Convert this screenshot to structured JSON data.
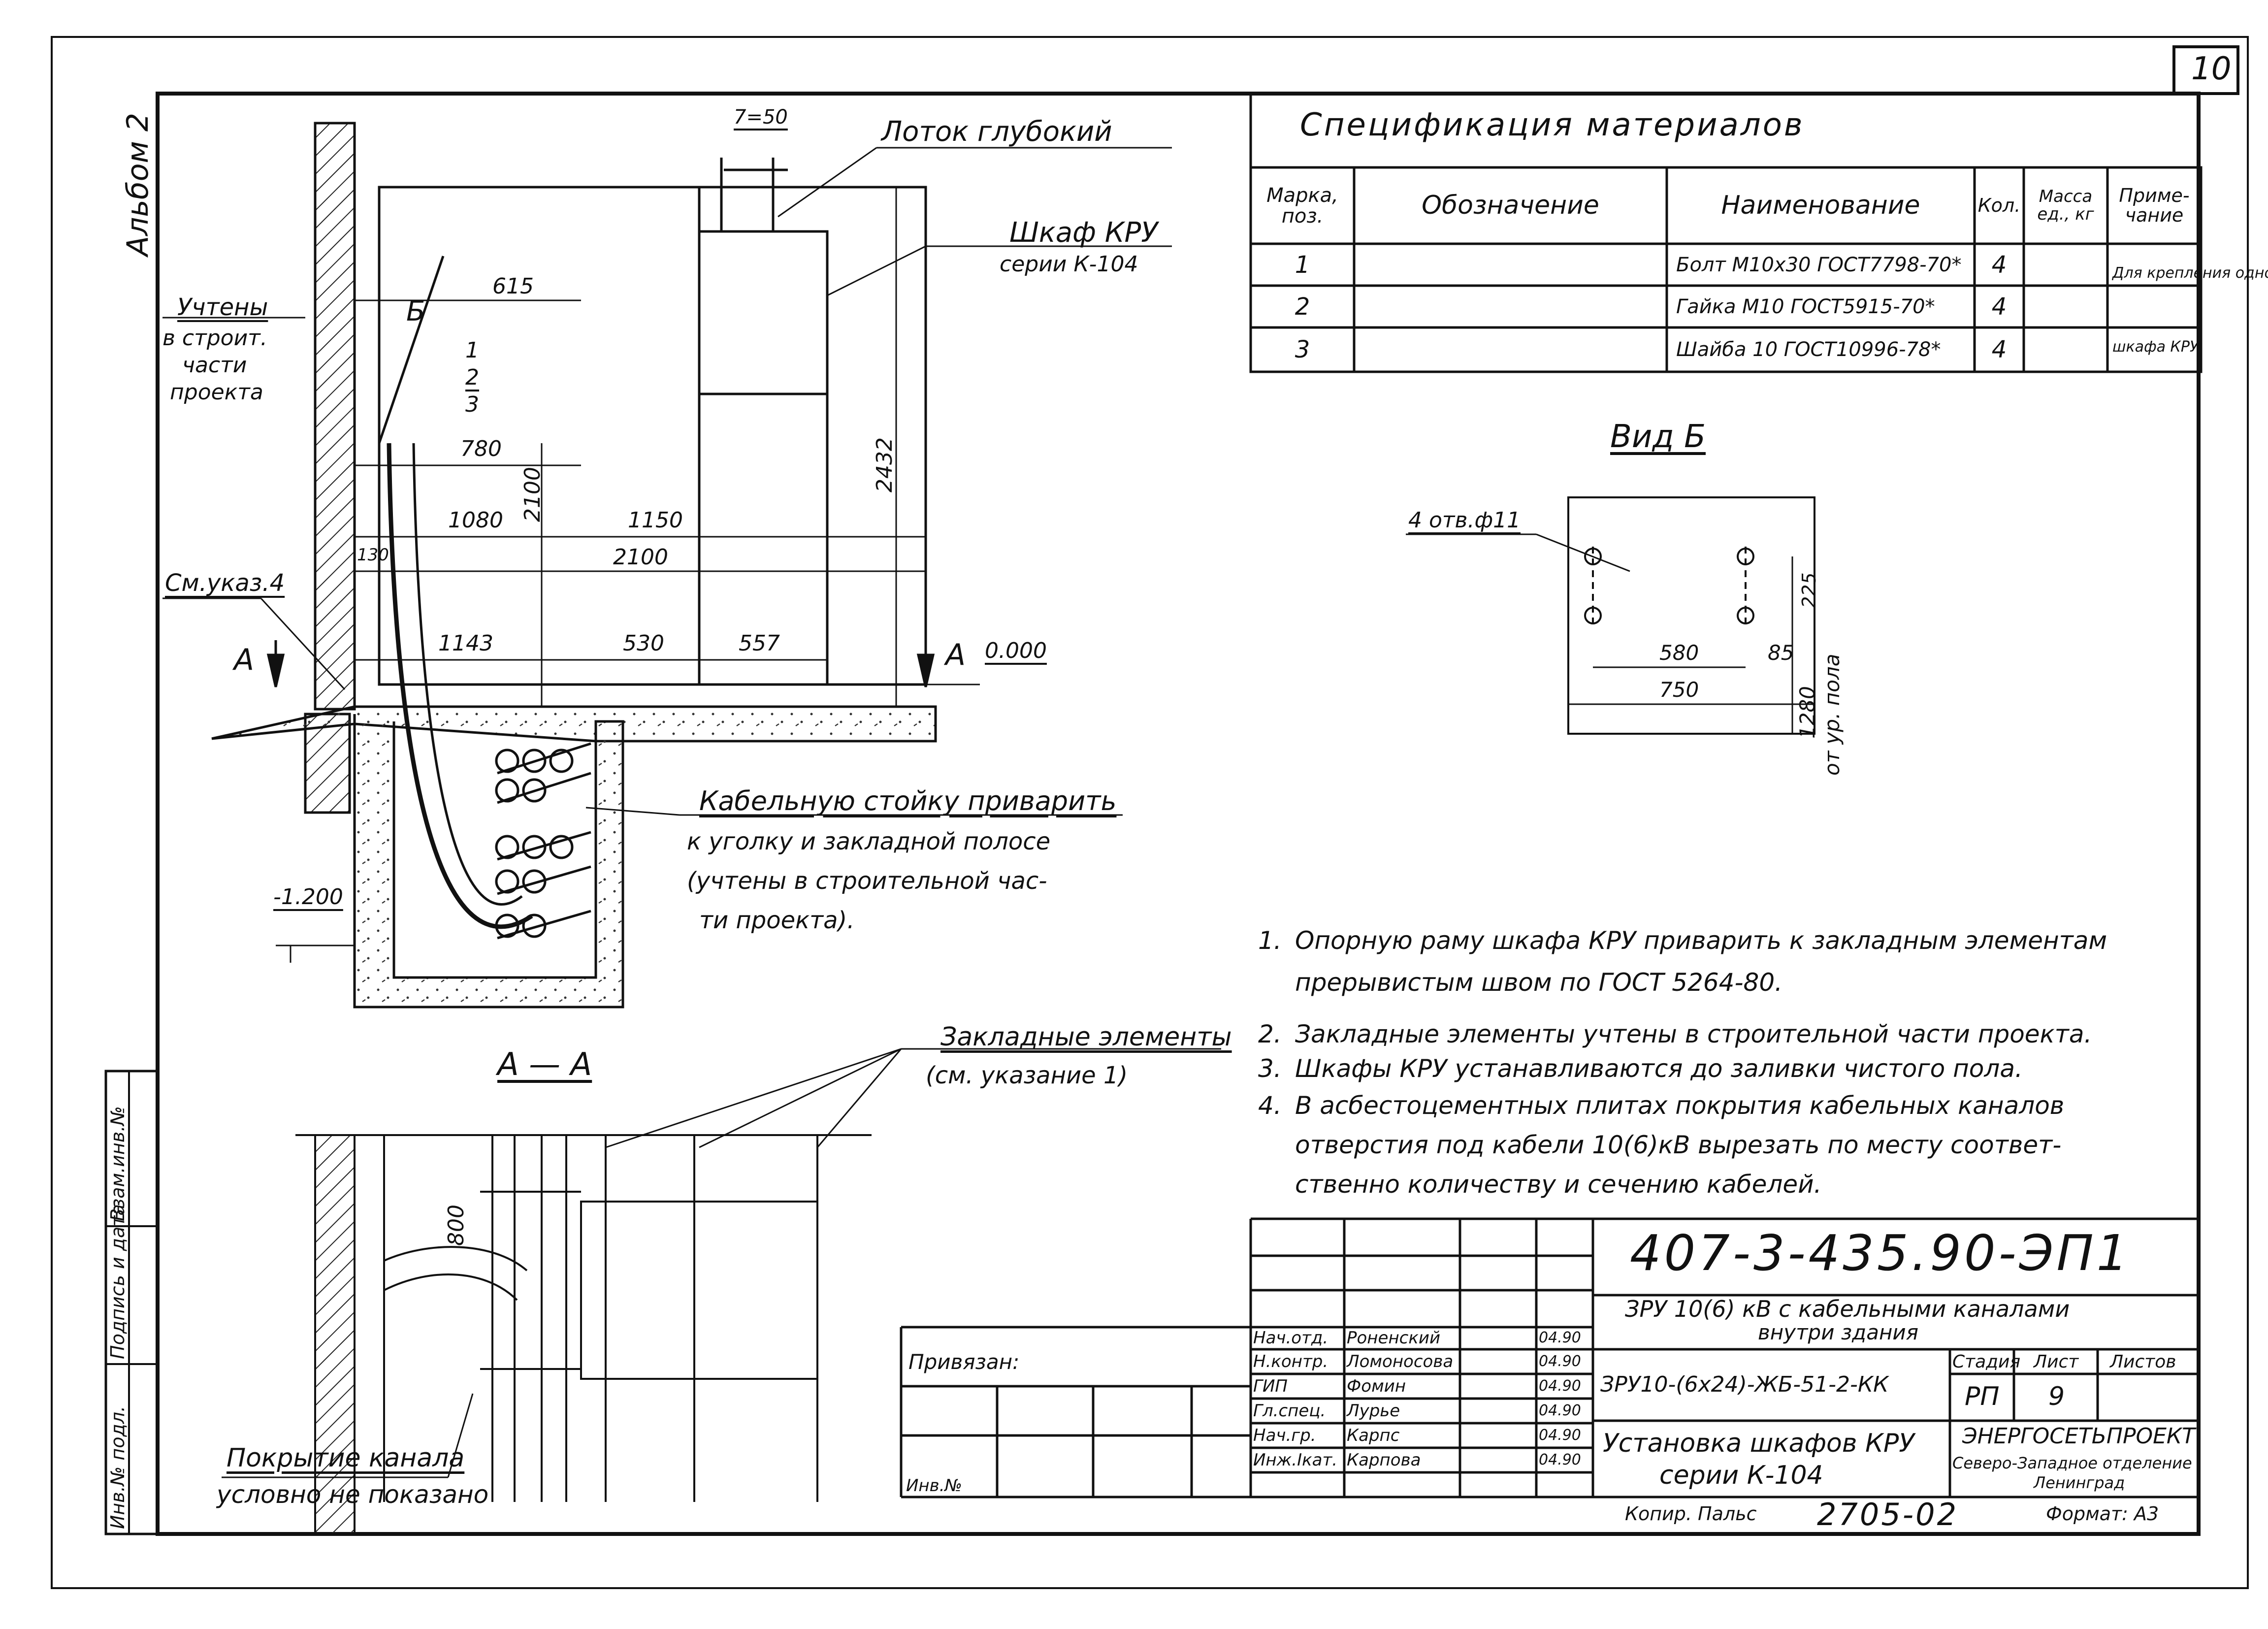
{
  "sheet": {
    "sheet_number": "10",
    "album_label": "Альбом 2",
    "side_stamp": [
      "Инв.№ подл.",
      "Подпись и дата",
      "Взам.инв.№"
    ]
  },
  "specification": {
    "title": "Спецификация материалов",
    "headers": [
      "Марка, поз.",
      "Обозначение",
      "Наименование",
      "Кол.",
      "Масса ед., кг",
      "Приме- чание"
    ],
    "rows": [
      {
        "pos": "1",
        "name": "Болт М10х30 ГОСТ7798-70*",
        "qty": "4"
      },
      {
        "pos": "2",
        "name": "Гайка М10 ГОСТ5915-70*",
        "qty": "4"
      },
      {
        "pos": "3",
        "name": "Шайба 10 ГОСТ10996-78*",
        "qty": "4"
      }
    ],
    "note": [
      "Для крепления одного",
      "шкафа КРУ"
    ]
  },
  "main_view": {
    "tray_label": "Лоток глубокий",
    "tray_dim": "7=50",
    "cabinet_label": "Шкаф КРУ",
    "cabinet_series": "серии К-104",
    "accounted_label": [
      "Учтены",
      "в строит.",
      "части",
      "проекта"
    ],
    "view_mark": "Б",
    "pos_marks": [
      "1",
      "2",
      "3"
    ],
    "ref_note": "См.указ.4",
    "section_mark": "А",
    "level_zero": "0.000",
    "level_minus": "-1.200",
    "dims": {
      "d615": "615",
      "d780": "780",
      "d1080": "1080",
      "d1150": "1150",
      "d2100h": "2100",
      "d2100v": "2100",
      "d2432": "2432",
      "d130": "130",
      "d1143": "1143",
      "d530": "530",
      "d557": "557"
    },
    "weld_note": [
      "Кабельную стойку приварить",
      "к уголку и закладной полосе",
      "(учтены в строительной час-",
      "ти проекта)."
    ]
  },
  "view_b": {
    "title": "Вид Б",
    "holes": "4 отв.ф11",
    "dims": {
      "d580": "580",
      "d750": "750",
      "d225": "225",
      "d85": "85",
      "d1280": "1280"
    },
    "floor": "от ур. пола"
  },
  "section_aa": {
    "title": "А — А",
    "embedded_label": "Закладные элементы",
    "embedded_ref": "(см. указание 1)",
    "d800": "800",
    "cover_note": [
      "Покрытие канала",
      "условно не показано"
    ]
  },
  "notes": [
    {
      "num": "1.",
      "lines": [
        "Опорную раму шкафа КРУ приварить к закладным элементам",
        "прерывистым швом по ГОСТ 5264-80."
      ]
    },
    {
      "num": "2.",
      "lines": [
        "Закладные элементы учтены в строительной части проекта."
      ]
    },
    {
      "num": "3.",
      "lines": [
        "Шкафы КРУ устанавливаются до заливки чистого пола."
      ]
    },
    {
      "num": "4.",
      "lines": [
        "В асбестоцементных плитах покрытия кабельных каналов",
        "отверстия под кабели 10(6)кВ вырезать по месту соответ-",
        "ственно количеству и сечению кабелей."
      ]
    }
  ],
  "title_block": {
    "code": "407-3-435.90-ЭП1",
    "subject": [
      "ЗРУ 10(6) кВ с кабельными каналами",
      "внутри здания"
    ],
    "drawing_code": "ЗРУ10-(6х24)-ЖБ-51-2-КК",
    "stage_label": "Стадия",
    "sheet_label": "Лист",
    "sheets_label": "Листов",
    "stage": "РП",
    "sheet": "9",
    "sheet_title": [
      "Установка шкафов КРУ",
      "серии К-104"
    ],
    "org": [
      "ЭНЕРГОСЕТЬПРОЕКТ",
      "Северо-Западное отделение",
      "Ленинград"
    ],
    "signatures": [
      {
        "role": "Нач.отд.",
        "name": "Роненский",
        "date": "04.90"
      },
      {
        "role": "Н.контр.",
        "name": "Ломоносова",
        "date": "04.90"
      },
      {
        "role": "ГИП",
        "name": "Фомин",
        "date": "04.90"
      },
      {
        "role": "Гл.спец.",
        "name": "Лурье",
        "date": "04.90"
      },
      {
        "role": "Нач.гр.",
        "name": "Карпс",
        "date": "04.90"
      },
      {
        "role": "Инж.Iкат.",
        "name": "Карпова",
        "date": "04.90"
      }
    ],
    "privyazan": "Привязан:",
    "inv_no": "Инв.№",
    "copied": "Копир. Пальс",
    "doc_no": "2705-02",
    "format": "Формат: А3"
  }
}
